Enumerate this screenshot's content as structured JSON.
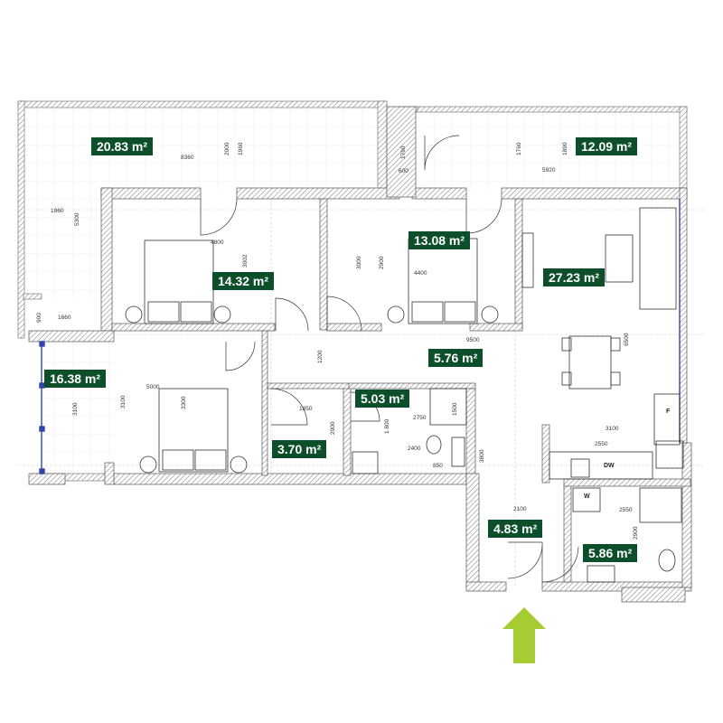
{
  "colors": {
    "label_bg": "#0d4f2b",
    "label_text": "#ffffff",
    "entrance_arrow": "#a6cc33",
    "wall_hatch": "#9a9a9a",
    "window_line": "#3344aa"
  },
  "rooms": [
    {
      "id": "terrace-top-left",
      "area": "20.83 m²"
    },
    {
      "id": "terrace-top-right",
      "area": "12.09 m²"
    },
    {
      "id": "bedroom-1",
      "area": "14.32 m²"
    },
    {
      "id": "bedroom-2",
      "area": "13.08 m²"
    },
    {
      "id": "living-kitchen",
      "area": "27.23 m²"
    },
    {
      "id": "terrace-left",
      "area": "16.38 m²"
    },
    {
      "id": "corridor",
      "area": "5.76 m²"
    },
    {
      "id": "bathroom-1",
      "area": "5.03 m²"
    },
    {
      "id": "wc",
      "area": "3.70 m²"
    },
    {
      "id": "entrance-hall",
      "area": "4.83 m²"
    },
    {
      "id": "bathroom-2",
      "area": "5.86 m²"
    }
  ],
  "dimensions": {
    "d8360": "8360",
    "d1960a": "1960",
    "d2000a": "2000",
    "d5920": "5920",
    "d1760a": "1760",
    "d1760b": "1760",
    "d600": "600",
    "d1890": "1890",
    "d1960b": "1960",
    "d5300": "5300",
    "d4800": "4800",
    "d3002": "3002",
    "d3000": "3000",
    "d2900": "2900",
    "d4400": "4400",
    "d6500": "6500",
    "d9500": "9500",
    "d1200": "1200",
    "d900": "900",
    "d1660": "1660",
    "d5000": "5000",
    "d3300": "3300",
    "d3100a": "3100",
    "d3100b": "3100",
    "d1850": "1850",
    "d2000b": "2000",
    "d1800": "1 800",
    "d2750": "2750",
    "d1500": "1500",
    "d2400": "2400",
    "d850": "850",
    "d3800": "3800",
    "d3100c": "3100",
    "d2550a": "2550",
    "d2100": "2100",
    "d2550b": "2550",
    "d2900b": "2900"
  },
  "fixtures": {
    "dishwasher": "DW",
    "washer": "W",
    "fridge": "F"
  },
  "icons": {
    "entrance_arrow": "entrance-arrow-icon"
  }
}
